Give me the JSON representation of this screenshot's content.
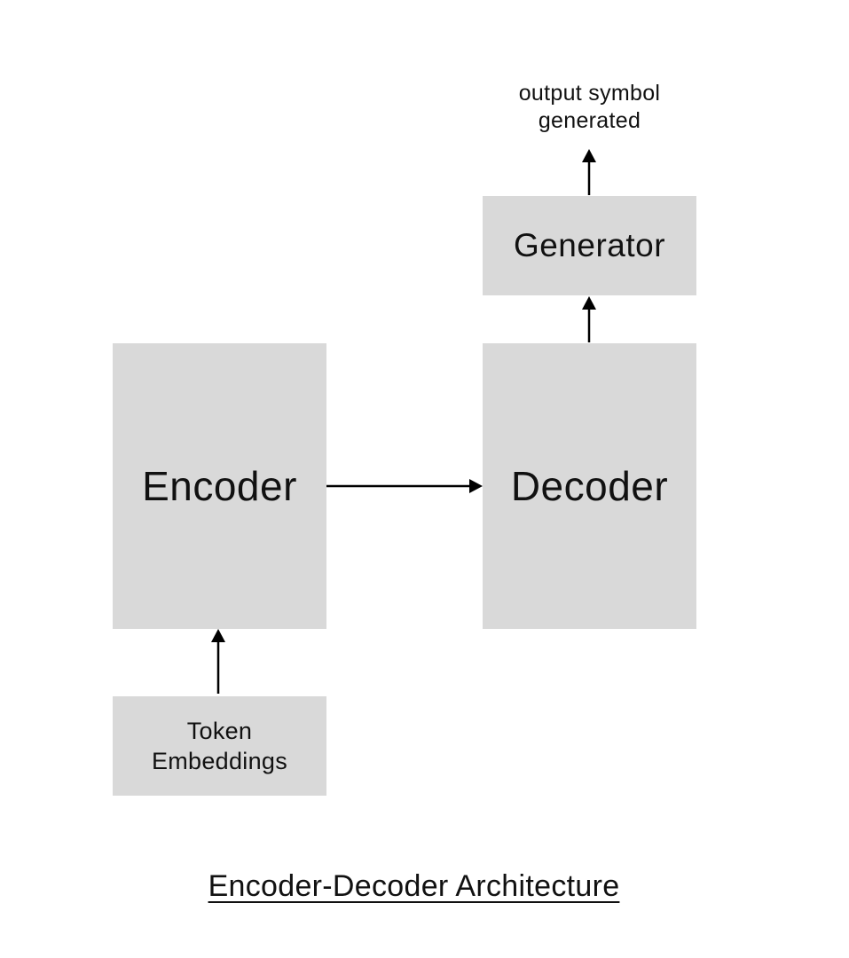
{
  "diagram": {
    "title": "Encoder-Decoder Architecture",
    "nodes": {
      "encoder": "Encoder",
      "decoder": "Decoder",
      "generator": "Generator",
      "embeddings": {
        "line1": "Token",
        "line2": "Embeddings"
      },
      "output": {
        "line1": "output symbol",
        "line2": "generated"
      }
    },
    "edges": [
      {
        "from": "embeddings",
        "to": "encoder"
      },
      {
        "from": "encoder",
        "to": "decoder"
      },
      {
        "from": "decoder",
        "to": "generator"
      },
      {
        "from": "generator",
        "to": "output"
      }
    ],
    "colors": {
      "box_fill": "#d9d9d9",
      "arrow": "#000000",
      "text": "#111111"
    }
  }
}
